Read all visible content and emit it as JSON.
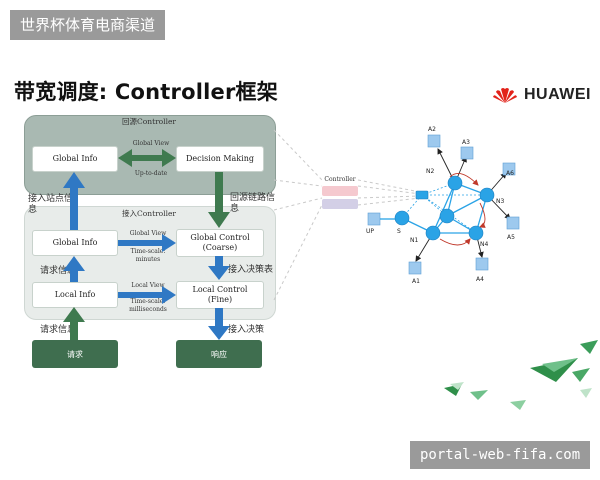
{
  "header": {
    "tag": "世界杯体育电商渠道"
  },
  "slide": {
    "title": "带宽调度: Controller框架"
  },
  "brand": {
    "name": "HUAWEI",
    "accent": "#e2231a"
  },
  "panels": {
    "top_label": "回源Controller",
    "bottom_label": "接入Controller"
  },
  "boxes": {
    "global_info_top": "Global Info",
    "decision_making": "Decision Making",
    "global_info_bot": "Global Info",
    "global_control": "Global Control\n(Coarse)",
    "local_info": "Local Info",
    "local_control": "Local Control\n(Fine)",
    "request": "请求",
    "response": "响应"
  },
  "notes": {
    "global_view_top": "Global View",
    "up_to_date": "Up-to-date",
    "global_view_mid": "Global View",
    "time_scale_minutes": "Time-scale:\nminutes",
    "local_view": "Local View",
    "time_scale_ms": "Time-scale:\nmilliseconds"
  },
  "annotations": {
    "access_site_info": "接入站点信\n息",
    "origin_link_info": "回源链路信\n息",
    "request_info_1": "请求信息",
    "access_decision_table": "接入决策表",
    "request_info_2": "请求信息",
    "access_decision": "接入决策"
  },
  "controller_label": "Controller",
  "network": {
    "node_labels": [
      "A2",
      "A3",
      "N2",
      "A6",
      "N3",
      "UP",
      "S",
      "N1",
      "N4",
      "A5",
      "A1",
      "A4"
    ]
  },
  "footer": {
    "url": "portal-web-fifa.com"
  },
  "colors": {
    "panel_top": "#a9b9b2",
    "panel_bottom": "#e8ecea",
    "arrow_blue": "#2f78c4",
    "arrow_green": "#3f7a4f",
    "node_blue": "#2aa3e6",
    "box_blue": "#9dc9ee"
  }
}
